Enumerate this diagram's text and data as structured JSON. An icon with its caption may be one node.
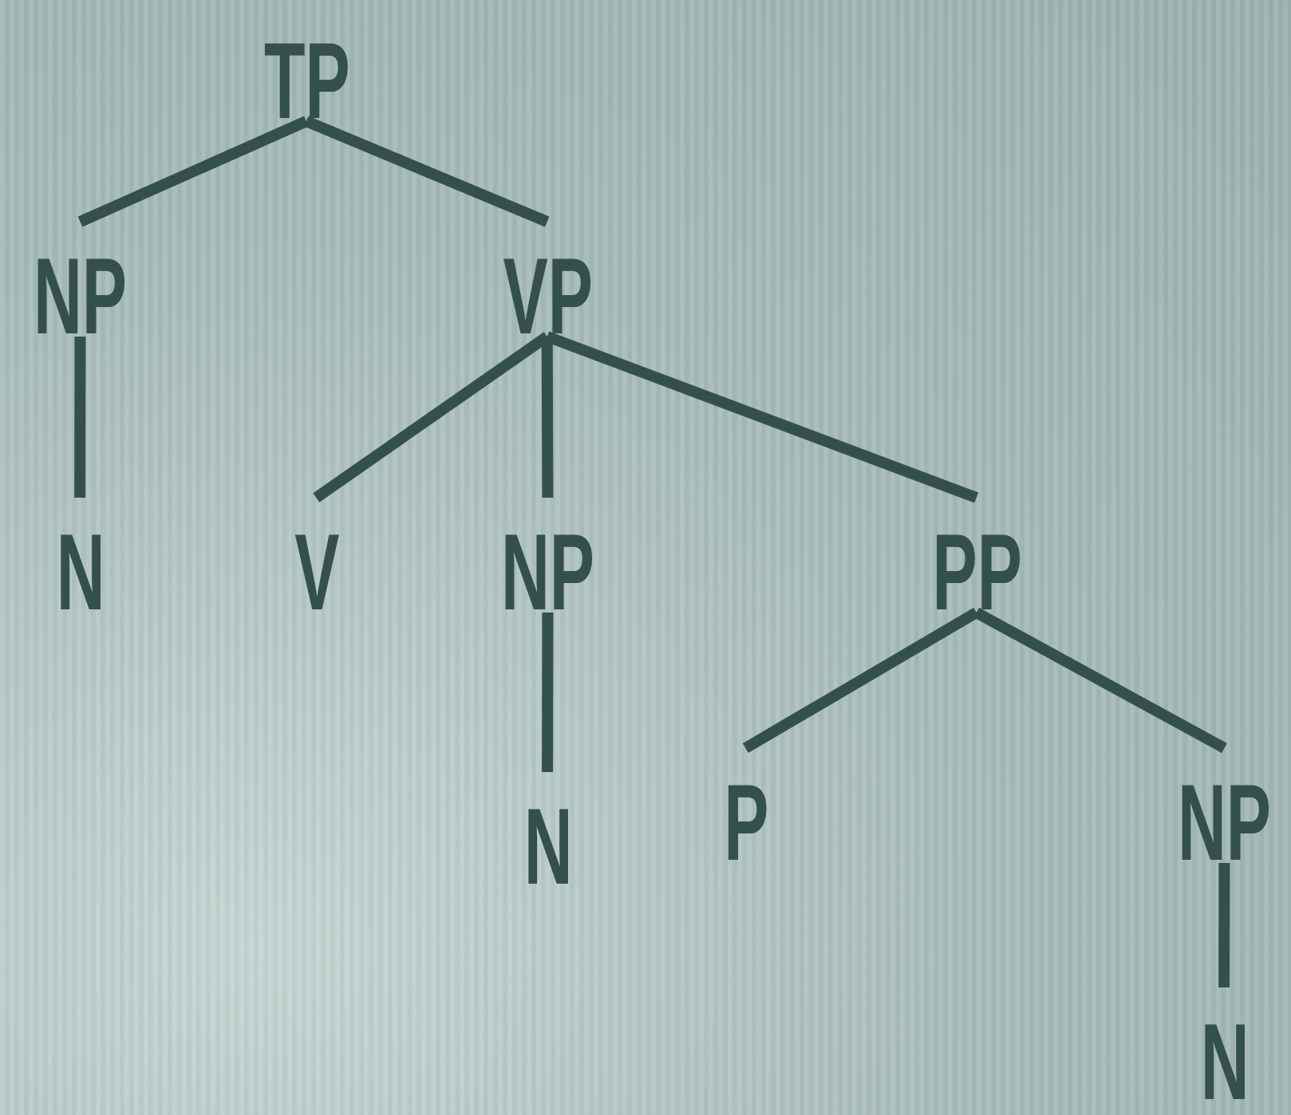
{
  "diagram": {
    "nodes": [
      {
        "text": [
          "TP"
        ]
      },
      {
        "text": [
          "NP"
        ]
      },
      {
        "text": [
          "VP"
        ]
      },
      {
        "text": [
          "N"
        ]
      },
      {
        "text": [
          "V"
        ]
      },
      {
        "text": [
          "NP"
        ]
      },
      {
        "text": [
          "PP"
        ]
      },
      {
        "text": [
          "N"
        ]
      },
      {
        "text": [
          "P"
        ]
      },
      {
        "text": [
          "NP"
        ]
      },
      {
        "text": [
          "N"
        ]
      }
    ],
    "edges": [
      {
        "from": 0,
        "to": 1,
        "arrow": "none"
      },
      {
        "from": 0,
        "to": 2,
        "arrow": "none"
      },
      {
        "from": 1,
        "to": 3,
        "arrow": "none"
      },
      {
        "from": 2,
        "to": 4,
        "arrow": "none"
      },
      {
        "from": 2,
        "to": 5,
        "arrow": "none"
      },
      {
        "from": 2,
        "to": 6,
        "arrow": "none"
      },
      {
        "from": 5,
        "to": 7,
        "arrow": "none"
      },
      {
        "from": 6,
        "to": 8,
        "arrow": "none"
      },
      {
        "from": 6,
        "to": 9,
        "arrow": "none"
      },
      {
        "from": 9,
        "to": 10,
        "arrow": "none"
      }
    ]
  }
}
